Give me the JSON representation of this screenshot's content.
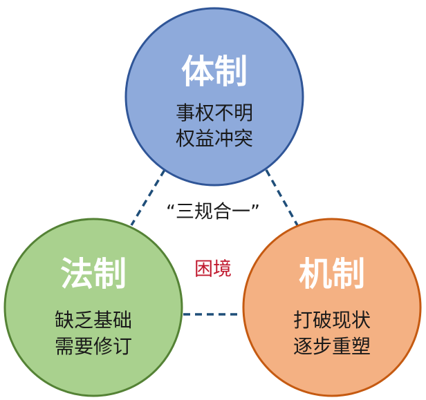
{
  "center": {
    "quote": "“三规合一”",
    "dilemma": "困境",
    "dilemma_color": "#c0182d",
    "quote_color": "#1a1a1a"
  },
  "connector_color": "#1f4e79",
  "circles": [
    {
      "id": "tizhi",
      "title": "体制",
      "line1": "事权不明",
      "line2": "权益冲突",
      "fill": "#8eaadb",
      "stroke": "#2f5597",
      "text_color": "#1a1a1a"
    },
    {
      "id": "fazhi",
      "title": "法制",
      "line1": "缺乏基础",
      "line2": "需要修订",
      "fill": "#a9d18e",
      "stroke": "#548235",
      "text_color": "#1a1a1a"
    },
    {
      "id": "jizhi",
      "title": "机制",
      "line1": "打破现状",
      "line2": "逐步重塑",
      "fill": "#f4b183",
      "stroke": "#c55a11",
      "text_color": "#1a1a1a"
    }
  ]
}
